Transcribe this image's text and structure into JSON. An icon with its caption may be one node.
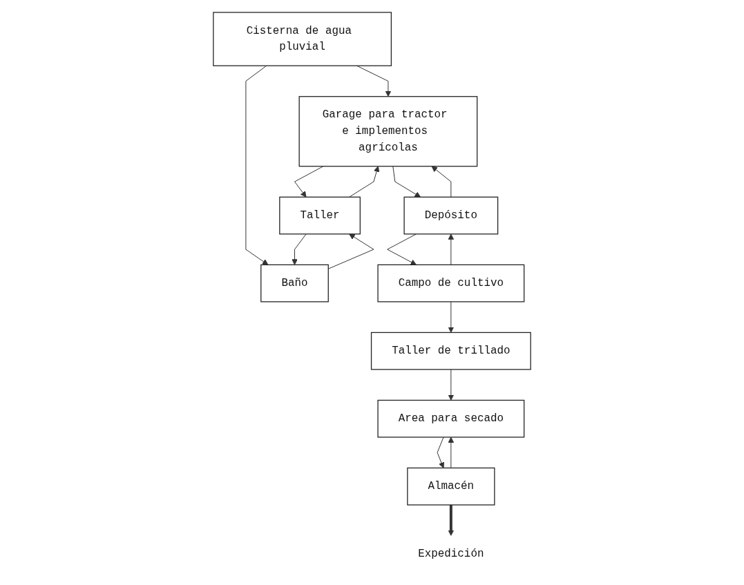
{
  "diagram": {
    "nodes": [
      {
        "text": [
          "Cisterna de agua pluvial"
        ]
      },
      {
        "text": [
          "Garage para tractor e implementos agrícolas"
        ]
      },
      {
        "text": [
          "Taller"
        ]
      },
      {
        "text": [
          "Baño"
        ]
      },
      {
        "text": [
          "Depósito"
        ]
      },
      {
        "text": [
          "Campo de cultivo"
        ]
      },
      {
        "text": [
          "Taller de trillado"
        ]
      },
      {
        "text": [
          "Area para secado"
        ]
      },
      {
        "text": [
          "Almacén"
        ]
      },
      {
        "text": [
          "Expedición"
        ]
      }
    ],
    "edges": [
      {
        "from": 0,
        "to": 1,
        "arrow": "to"
      },
      {
        "from": 0,
        "to": 3,
        "arrow": "to"
      },
      {
        "from": 1,
        "to": 2,
        "arrow": "to"
      },
      {
        "from": 2,
        "to": 1,
        "arrow": "to"
      },
      {
        "from": 2,
        "to": 3,
        "arrow": "to"
      },
      {
        "from": 3,
        "to": 2,
        "arrow": "to"
      },
      {
        "from": 1,
        "to": 4,
        "arrow": "to"
      },
      {
        "from": 4,
        "to": 1,
        "arrow": "to"
      },
      {
        "from": 4,
        "to": 5,
        "arrow": "to"
      },
      {
        "from": 5,
        "to": 4,
        "arrow": "to"
      },
      {
        "from": 5,
        "to": 6,
        "arrow": "to"
      },
      {
        "from": 6,
        "to": 7,
        "arrow": "to"
      },
      {
        "from": 7,
        "to": 8,
        "arrow": "to"
      },
      {
        "from": 8,
        "to": 7,
        "arrow": "to"
      },
      {
        "from": 8,
        "to": 9,
        "arrow": "to",
        "style": "thick"
      }
    ]
  }
}
